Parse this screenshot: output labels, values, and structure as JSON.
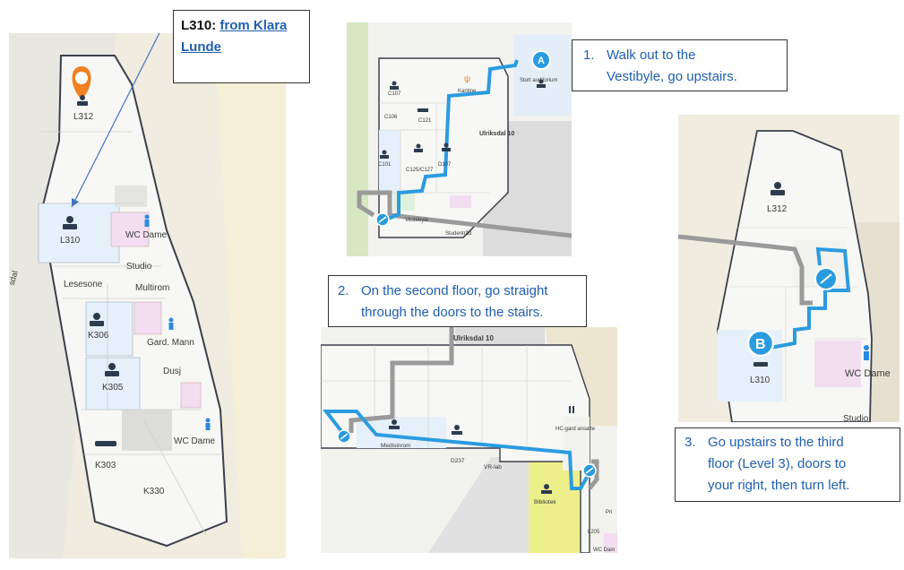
{
  "note": {
    "room": "L310:",
    "link_text": "from Klara Lunde"
  },
  "map1": {
    "rooms": {
      "l312": "L312",
      "l310": "L310",
      "wc_dame_1": "WC Dame",
      "studio_1": "Studio",
      "lesesone": "Lesesone",
      "multirom": "Multirom",
      "k306": "K306",
      "gard_mann": "Gard. Mann",
      "dusj": "Dusj",
      "k305": "K305",
      "wc_dame_2": "WC Dame",
      "k303": "K303",
      "k330": "K330",
      "street": "sdal"
    }
  },
  "map2": {
    "rooms": {
      "c107": "C107",
      "c106": "C106",
      "c121": "C121",
      "kantine": "Kantine",
      "stort_auditorium": "Stort auditorium",
      "ulriksdal": "Ulriksdal 10",
      "c101": "C101",
      "c125": "C125/C127",
      "d107": "D107",
      "vestebyle": "Vestebyle",
      "studentrad": "Studentråd"
    },
    "marker": "A"
  },
  "map3": {
    "rooms": {
      "ulriksdal": "Ulriksdal 10",
      "medisinrom": "Medisinrom",
      "d237": "D237",
      "vr_lab": "VR-lab",
      "hc_gard": "HC-gard ansatte",
      "bibliotek": "Bibliotek",
      "l205": "L205",
      "pri": "Pri",
      "wc_dame": "WC Dam"
    }
  },
  "map4": {
    "rooms": {
      "l312": "L312",
      "l310": "L310",
      "wc_dame": "WC Dame",
      "studio": "Studio"
    },
    "marker": "B"
  },
  "steps": [
    {
      "num": "1.",
      "lines": [
        "Walk out to the",
        "Vestibyle, go upstairs."
      ]
    },
    {
      "num": "2.",
      "lines": [
        "On the second floor, go straight",
        "through the doors to the stairs."
      ]
    },
    {
      "num": "3.",
      "lines": [
        "Go upstairs to the third",
        "floor (Level 3), doors to",
        "your right, then turn left."
      ]
    }
  ],
  "colors": {
    "background": "#f3eee3",
    "building": "#f7f7f5",
    "wall": "#3a3f4b",
    "room_blue": "#e8f1fb",
    "room_pink": "#f2def0",
    "route": "#2b9be0",
    "route_grey": "#9a9a9a",
    "marker_orange": "#f08020",
    "library": "#eef08a",
    "text_blue": "#1f5fb0"
  }
}
